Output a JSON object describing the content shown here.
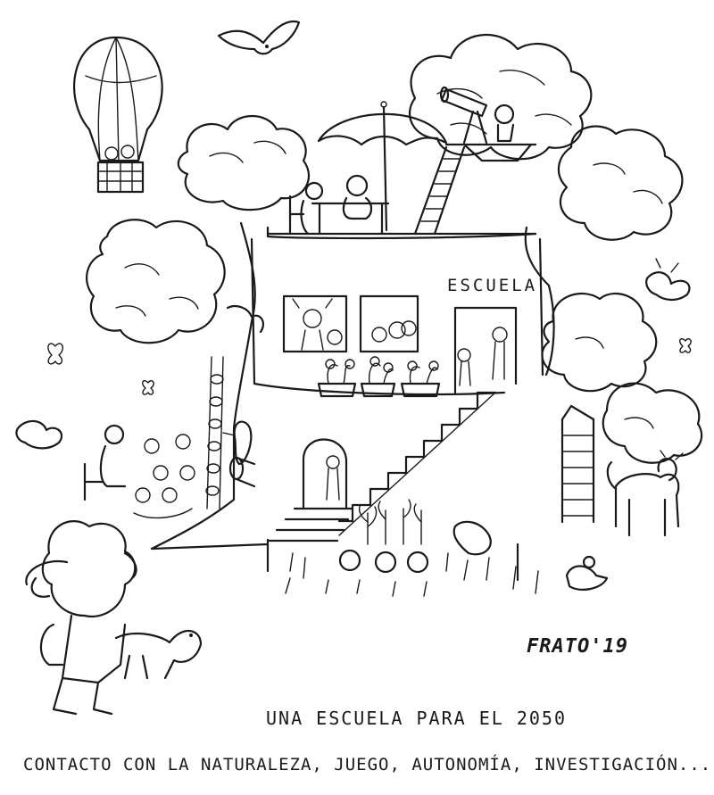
{
  "scene": {
    "building_sign": "ESCUELA",
    "signature": "FRATO'19",
    "title": "UNA ESCUELA PARA EL 2050",
    "subtitle": "CONTACTO CON LA NATURALEZA, JUEGO, AUTONOMÍA, INVESTIGACIÓN..."
  }
}
